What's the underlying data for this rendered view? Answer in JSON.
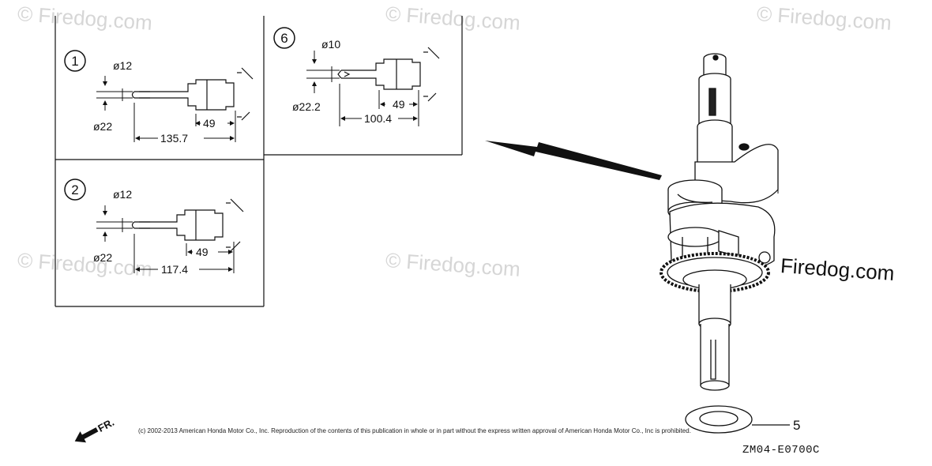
{
  "watermarks": [
    "© Firedog.com",
    "© Firedog.com",
    "© Firedog.com",
    "© Firedog.com",
    "© Firedog.com"
  ],
  "brand": "Firedog.com",
  "copyright": "(c) 2002-2013 American Honda Motor Co., Inc. Reproduction of the contents of this publication in whole or in part without the express written approval of American Honda Motor Co., Inc is prohibited.",
  "diagram_code": "ZM04-E0700C",
  "front_label": "FR.",
  "part_number": "5",
  "variants": [
    {
      "id": "1",
      "d_small": "ø12",
      "d_large": "ø22",
      "length": "135.7",
      "step": "49"
    },
    {
      "id": "2",
      "d_small": "ø12",
      "d_large": "ø22",
      "length": "117.4",
      "step": "49"
    },
    {
      "id": "6",
      "d_small": "ø10",
      "d_large": "ø22.2",
      "length": "100.4",
      "step": "49"
    }
  ]
}
